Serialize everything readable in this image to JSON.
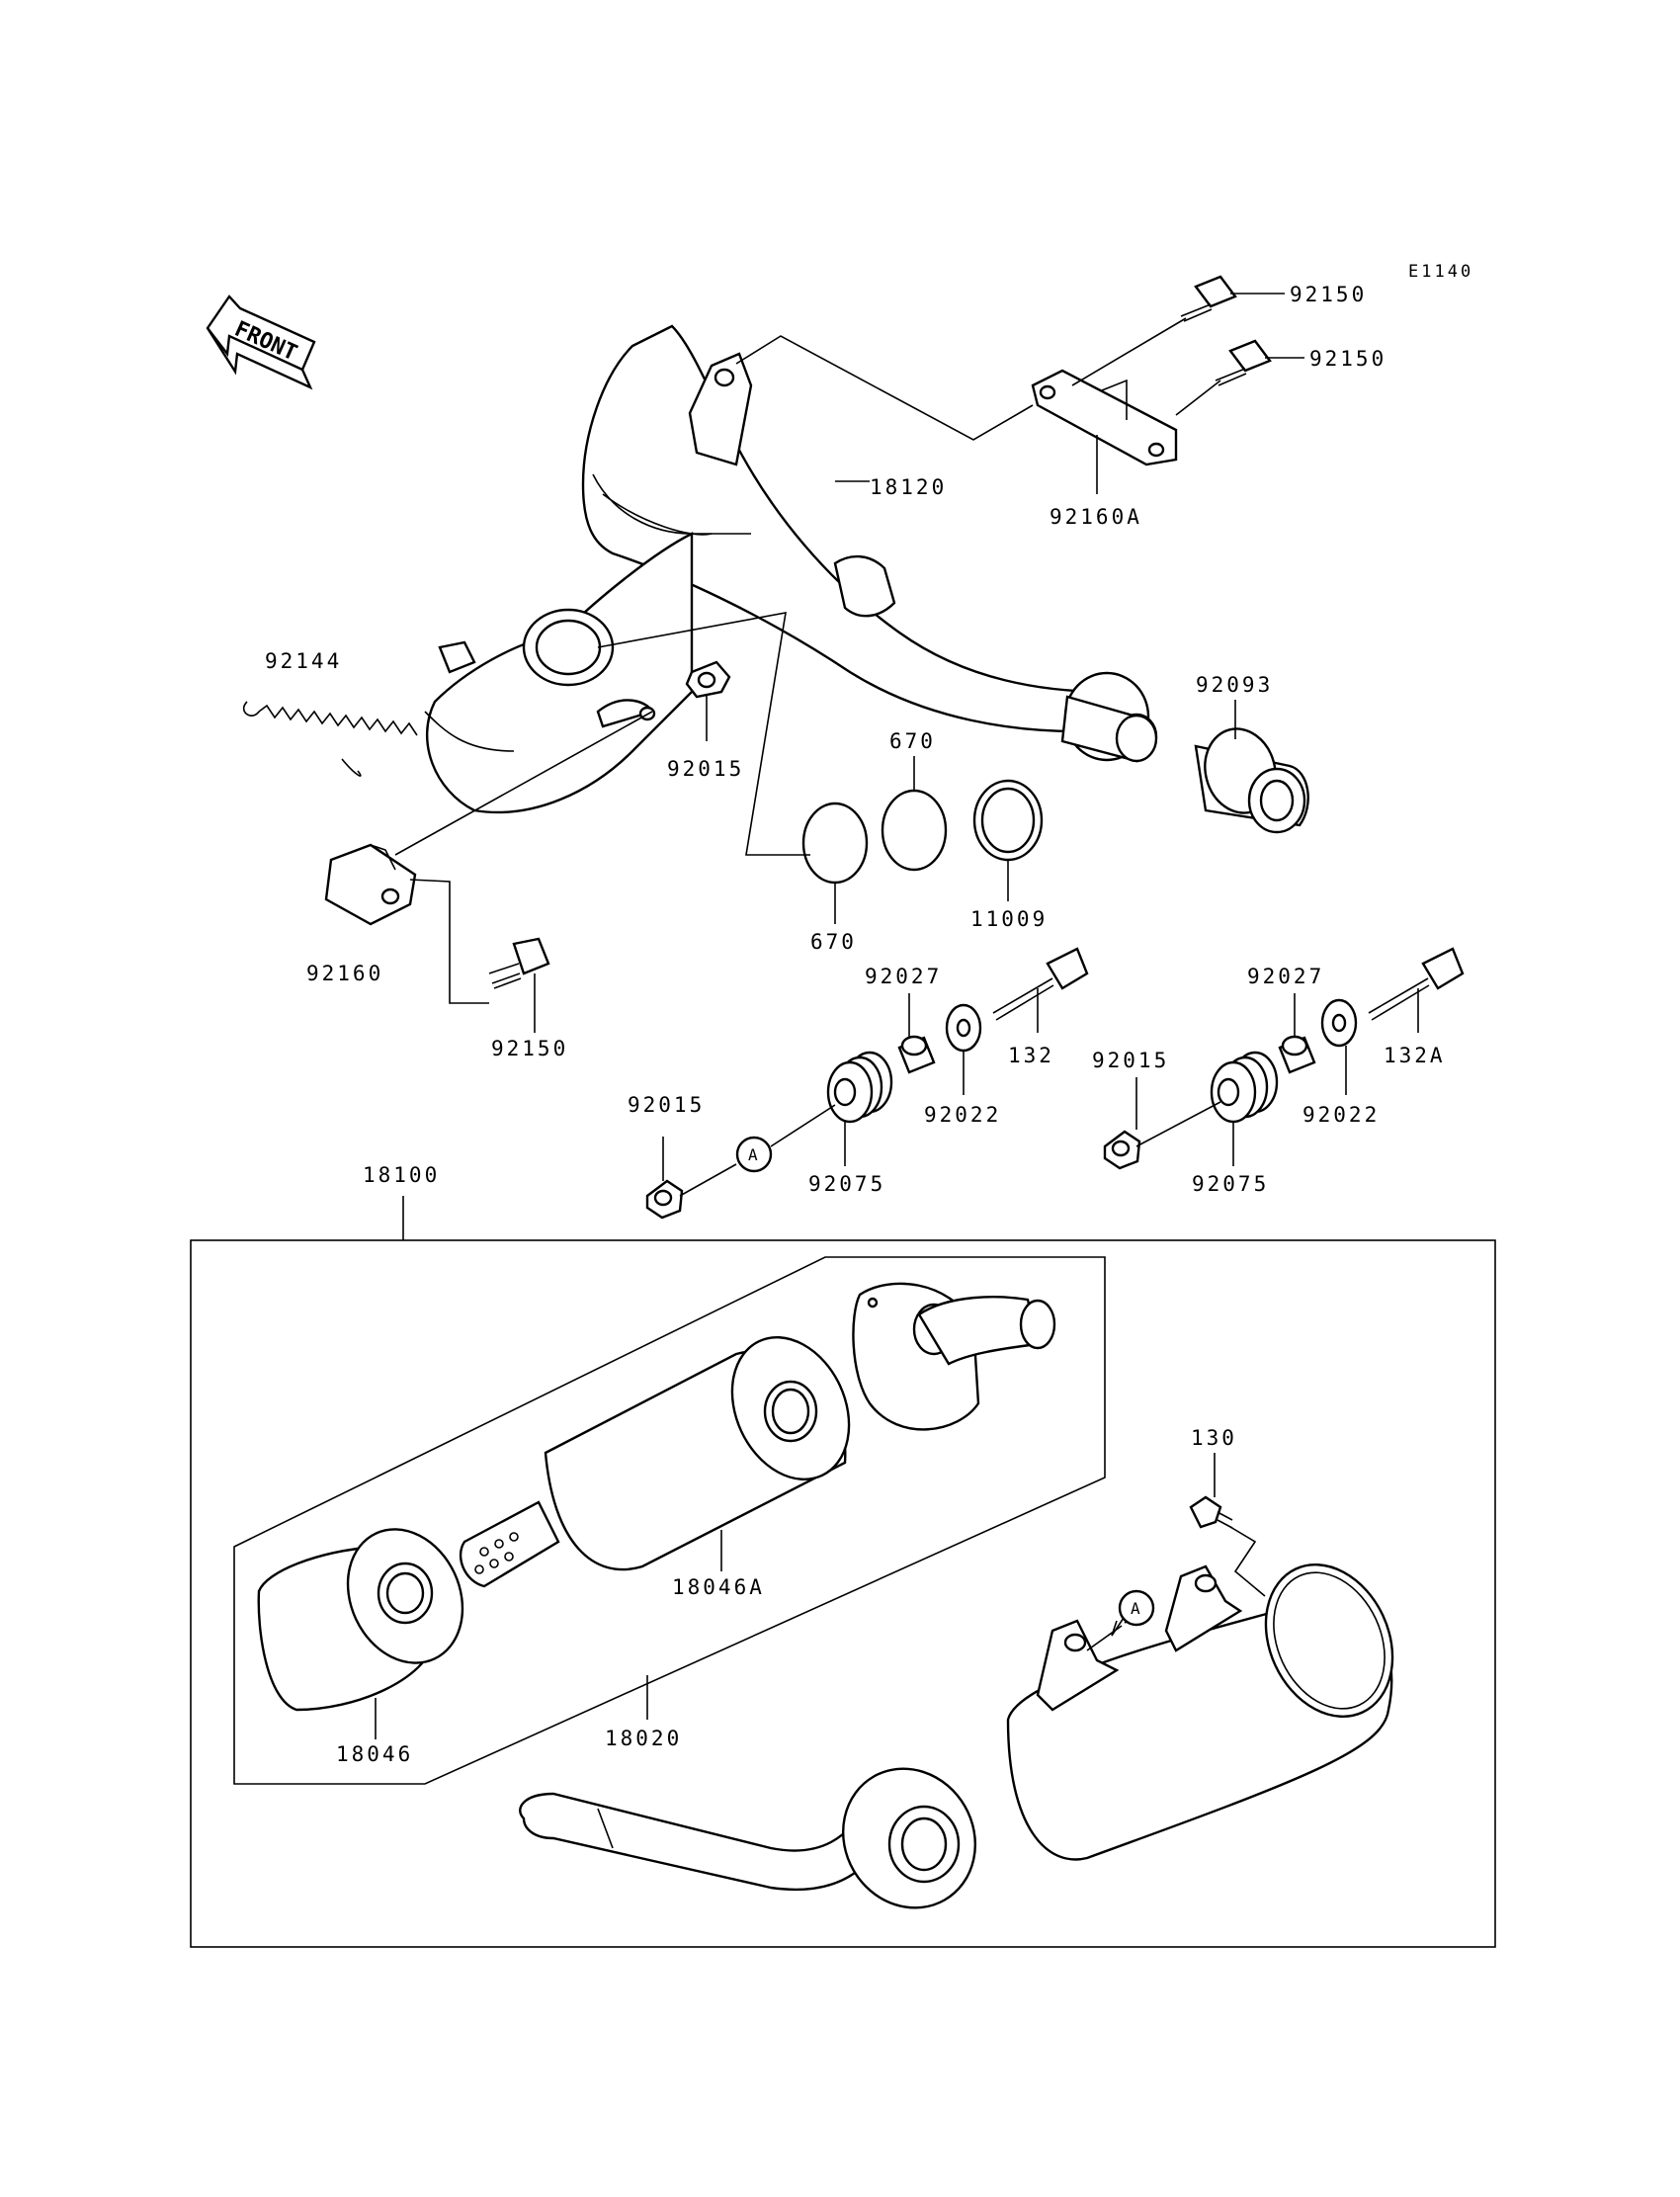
{
  "diagram_code": "E1140",
  "front_label": "FRONT",
  "callout_letter": "A",
  "parts": [
    {
      "id": "p92150a",
      "number": "92150"
    },
    {
      "id": "p92150b",
      "number": "92150"
    },
    {
      "id": "p18120",
      "number": "18120"
    },
    {
      "id": "p92160A",
      "number": "92160A"
    },
    {
      "id": "p92144",
      "number": "92144"
    },
    {
      "id": "p92093",
      "number": "92093"
    },
    {
      "id": "p92015a",
      "number": "92015"
    },
    {
      "id": "p670a",
      "number": "670"
    },
    {
      "id": "p670b",
      "number": "670"
    },
    {
      "id": "p11009",
      "number": "11009"
    },
    {
      "id": "p92160",
      "number": "92160"
    },
    {
      "id": "p92150c",
      "number": "92150"
    },
    {
      "id": "p92027a",
      "number": "92027"
    },
    {
      "id": "p132",
      "number": "132"
    },
    {
      "id": "p92027b",
      "number": "92027"
    },
    {
      "id": "p132A",
      "number": "132A"
    },
    {
      "id": "p92015b",
      "number": "92015"
    },
    {
      "id": "p92022a",
      "number": "92022"
    },
    {
      "id": "p92015c",
      "number": "92015"
    },
    {
      "id": "p92022b",
      "number": "92022"
    },
    {
      "id": "p92075a",
      "number": "92075"
    },
    {
      "id": "p92075b",
      "number": "92075"
    },
    {
      "id": "p18100",
      "number": "18100"
    },
    {
      "id": "p130",
      "number": "130"
    },
    {
      "id": "p18046A",
      "number": "18046A"
    },
    {
      "id": "p18046",
      "number": "18046"
    },
    {
      "id": "p18020",
      "number": "18020"
    }
  ]
}
